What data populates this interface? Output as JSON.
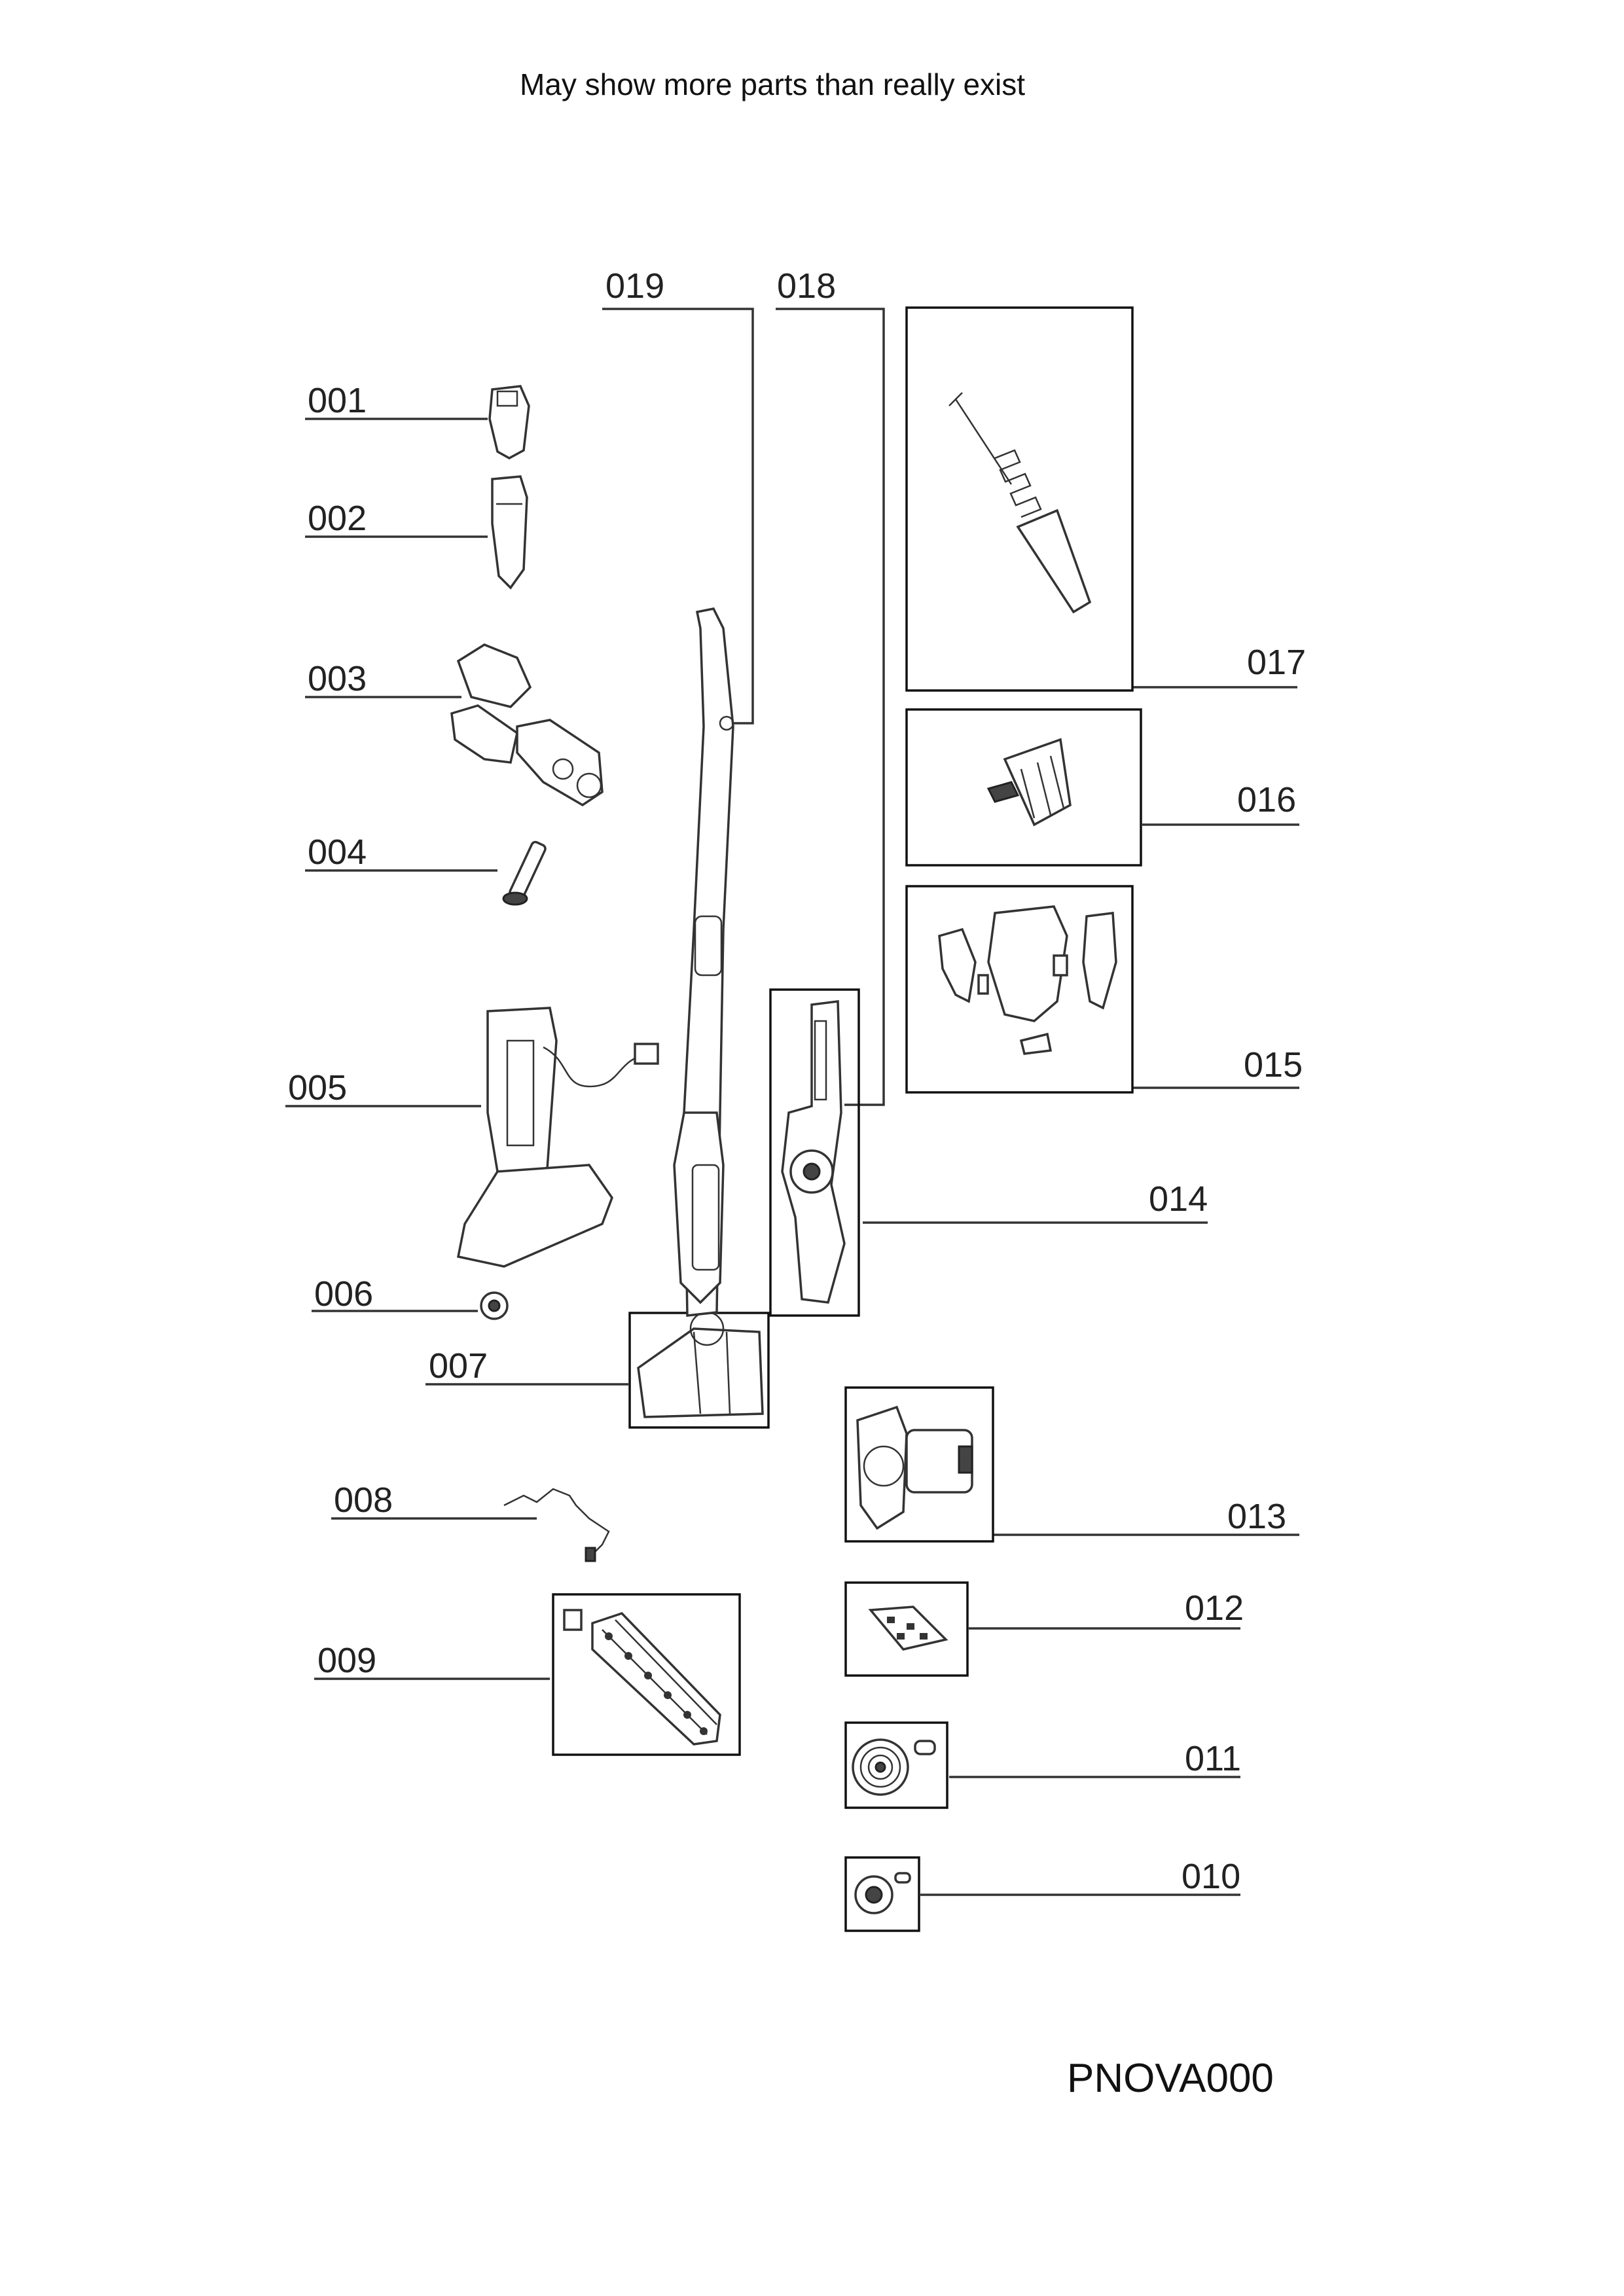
{
  "header": {
    "note": "May show more parts than really exist"
  },
  "footer": {
    "model_code": "PNOVA000"
  },
  "parts": {
    "p001": "001",
    "p002": "002",
    "p003": "003",
    "p004": "004",
    "p005": "005",
    "p006": "006",
    "p007": "007",
    "p008": "008",
    "p009": "009",
    "p010": "010",
    "p011": "011",
    "p012": "012",
    "p013": "013",
    "p014": "014",
    "p015": "015",
    "p016": "016",
    "p017": "017",
    "p018": "018",
    "p019": "019"
  }
}
